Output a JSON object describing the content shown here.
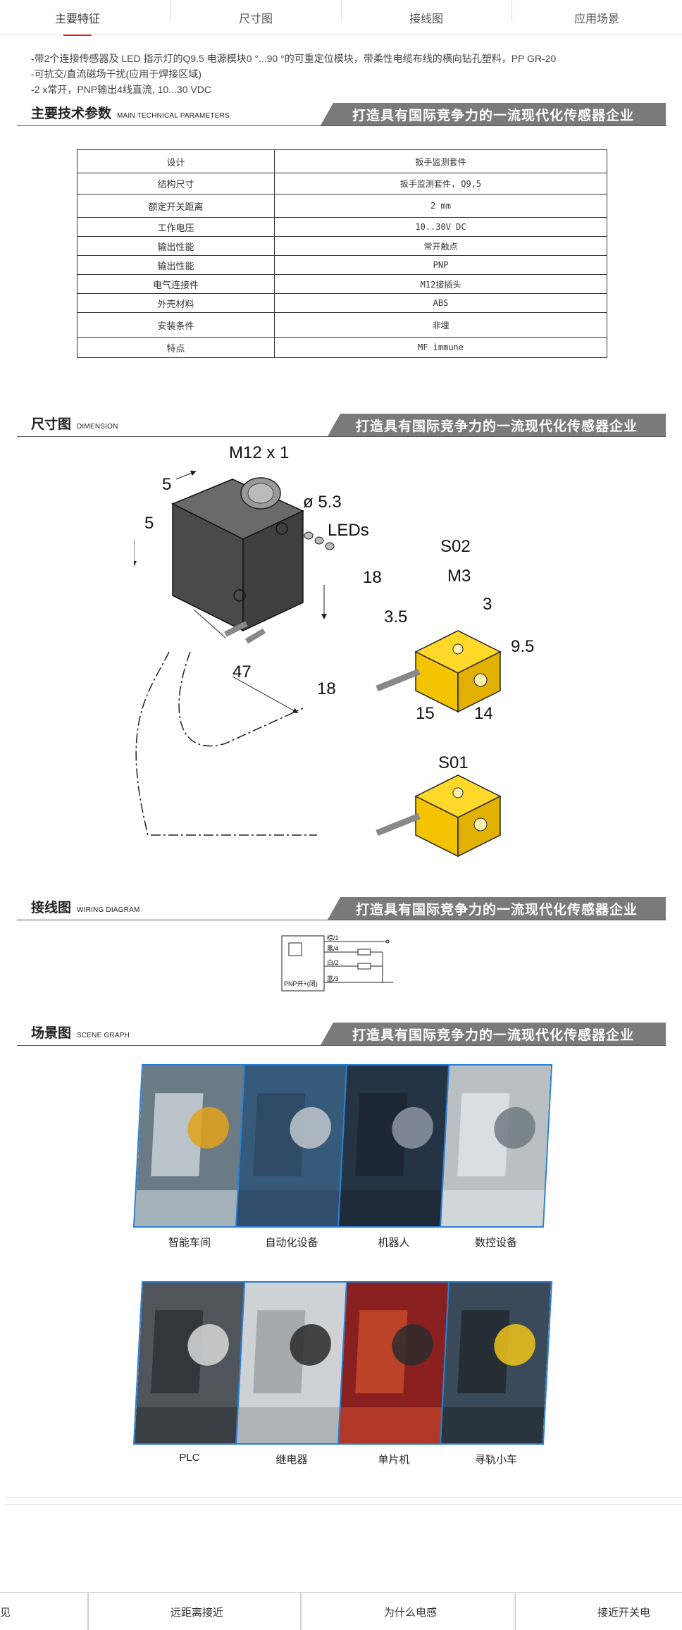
{
  "tabs": [
    "主要特征",
    "尺寸图",
    "接线图",
    "应用场景"
  ],
  "features": [
    "-带2个连接传感器及 LED 指示灯的Q9.5 电源模块0 °...90 °的可重定位模块，带柔性电缆布线的横向钻孔塑料，PP GR-20",
    "-可抗交/直流磁场干扰(应用于焊接区域)",
    "-2 x常开，PNP输出4线直流, 10...30 VDC"
  ],
  "banner_slogan": "打造具有国际竞争力的一流现代化传感器企业",
  "sections": {
    "params": {
      "title": "主要技术参数",
      "en": "MAIN TECHNICAL PARAMETERS"
    },
    "dimension": {
      "title": "尺寸图",
      "en": "DIMENSION"
    },
    "wiring": {
      "title": "接线图",
      "en": "WIRING DIAGRAM"
    },
    "scene": {
      "title": "场景图",
      "en": "SCENE GRAPH"
    }
  },
  "params_table": [
    {
      "k": "设计",
      "v": "扳手监测套件"
    },
    {
      "k": "结构尺寸",
      "v": "扳手监测套件, Q9,5"
    },
    {
      "k": "额定开关距离",
      "v": "2 mm"
    },
    {
      "k": "工作电压",
      "v": "10..30V DC"
    },
    {
      "k": "输出性能",
      "v": "常开触点"
    },
    {
      "k": "输出性能",
      "v": "PNP"
    },
    {
      "k": "电气连接件",
      "v": "M12接插头"
    },
    {
      "k": "外壳材料",
      "v": "ABS"
    },
    {
      "k": "安装条件",
      "v": "非埋"
    },
    {
      "k": "特点",
      "v": "MF immune"
    }
  ],
  "dimension_labels": {
    "thread": "M12 x 1",
    "dim5a": "5",
    "dim5b": "5",
    "dia": "ø 5.3",
    "leds": "LEDs",
    "h18": "18",
    "w47": "47",
    "w18": "18",
    "s02": "S02",
    "m3": "M3",
    "d35": "3.5",
    "d3": "3",
    "d95": "9.5",
    "d15": "15",
    "d14": "14",
    "s01": "S01"
  },
  "wiring_labels": {
    "brown": "棕/1",
    "black": "黑/4",
    "white": "白/2",
    "blue": "蓝/3",
    "type": "PNP开+(闭)"
  },
  "scenes": [
    {
      "label": "智能车间",
      "icon": "factory-robot-image"
    },
    {
      "label": "自动化设备",
      "icon": "automation-equipment-image"
    },
    {
      "label": "机器人",
      "icon": "humanoid-robot-image"
    },
    {
      "label": "数控设备",
      "icon": "cnc-machine-image"
    },
    {
      "label": "PLC",
      "icon": "plc-image"
    },
    {
      "label": "继电器",
      "icon": "relay-image"
    },
    {
      "label": "单片机",
      "icon": "microcontroller-board-image"
    },
    {
      "label": "寻轨小车",
      "icon": "line-tracking-car-image"
    }
  ],
  "footer_cards": [
    {
      "label": "见"
    },
    {
      "label": ""
    },
    {
      "label": "远距离接近"
    },
    {
      "label": "为什么电感"
    },
    {
      "label": "接近开关电"
    }
  ],
  "colors": {
    "accent": "#e02020",
    "banner": "#7a7a7a",
    "gallery_border": "#2a7fd4",
    "sensor_yellow": "#f5c400",
    "sensor_body": "#555555"
  }
}
